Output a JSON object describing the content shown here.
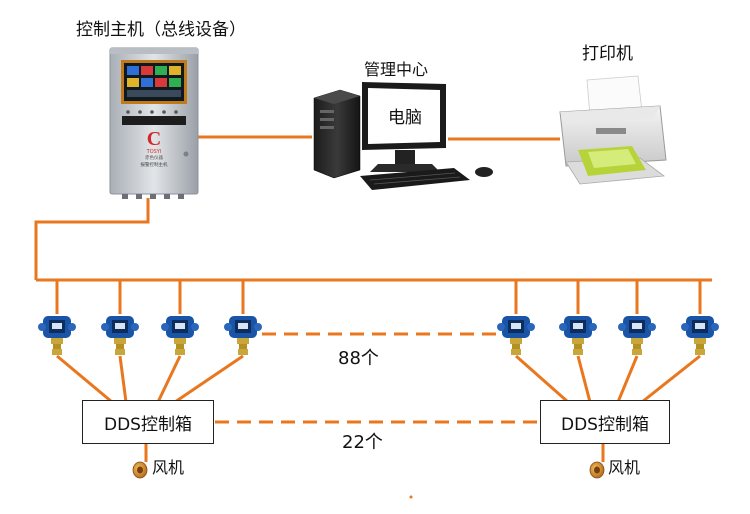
{
  "labels": {
    "controller": "控制主机（总线设备）",
    "management": "管理中心",
    "computer": "电脑",
    "printer": "打印机",
    "detector_count": "88个",
    "box_count": "22个",
    "box_left": "DDS控制箱",
    "box_right": "DDS控制箱",
    "fan_left": "风机",
    "fan_right": "风机",
    "brand_letter": "C",
    "brand_name": "TOSYI",
    "brand_sub": "赤色仪器",
    "panel_text": "报警控制主机"
  },
  "colors": {
    "wire": "#e8771f",
    "detector_body": "#1a54a6",
    "brass": "#c9a63a",
    "cabinet": "#c8cdd2",
    "screen_frame": "#c07a1a",
    "brand": "#d12a2a"
  }
}
